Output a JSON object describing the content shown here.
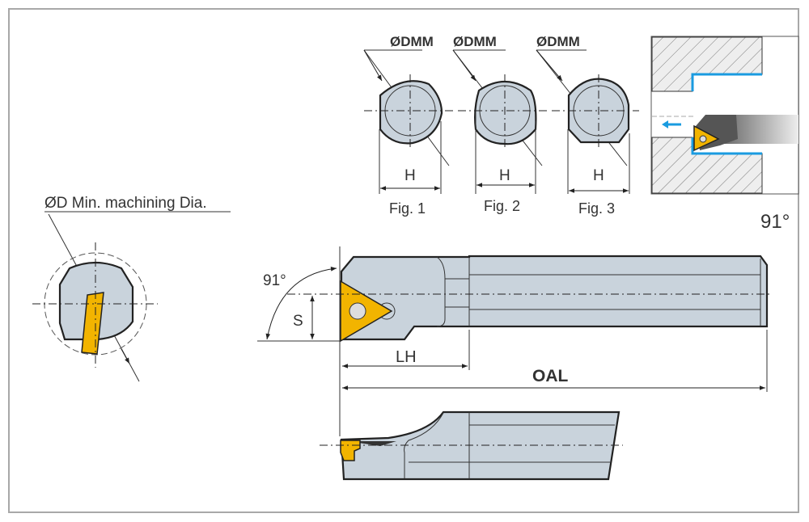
{
  "left_view": {
    "label": "ØD Min. machining Dia."
  },
  "figures": [
    {
      "dim_label": "ØDMM",
      "width_label": "H",
      "caption": "Fig. 1"
    },
    {
      "dim_label": "ØDMM",
      "width_label": "H",
      "caption": "Fig. 2"
    },
    {
      "dim_label": "ØDMM",
      "width_label": "H",
      "caption": "Fig. 3"
    }
  ],
  "inset": {
    "angle_label": "91°"
  },
  "main_view": {
    "angle_label": "91°",
    "s_label": "S",
    "lh_label": "LH",
    "oal_label": "OAL"
  },
  "colors": {
    "body": "#c9d3dc",
    "insert": "#f2b400",
    "cut_path": "#1a9be0",
    "frame": "#a8a8a8"
  }
}
